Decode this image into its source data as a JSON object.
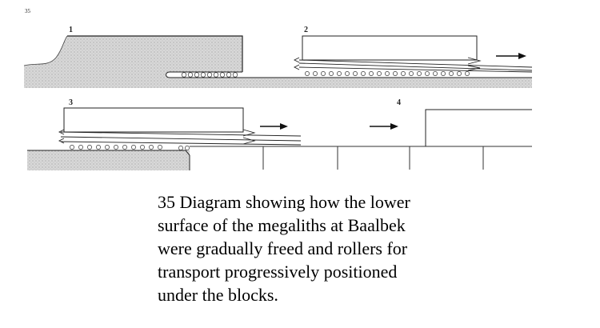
{
  "figure": {
    "figure_number": "35",
    "panels": [
      "1",
      "2",
      "3",
      "4"
    ]
  },
  "caption": {
    "lines": [
      "35 Diagram showing how the lower",
      "surface of the megaliths at Baalbek",
      "were gradually freed and rollers for",
      "transport progressively positioned",
      "under the blocks."
    ]
  }
}
